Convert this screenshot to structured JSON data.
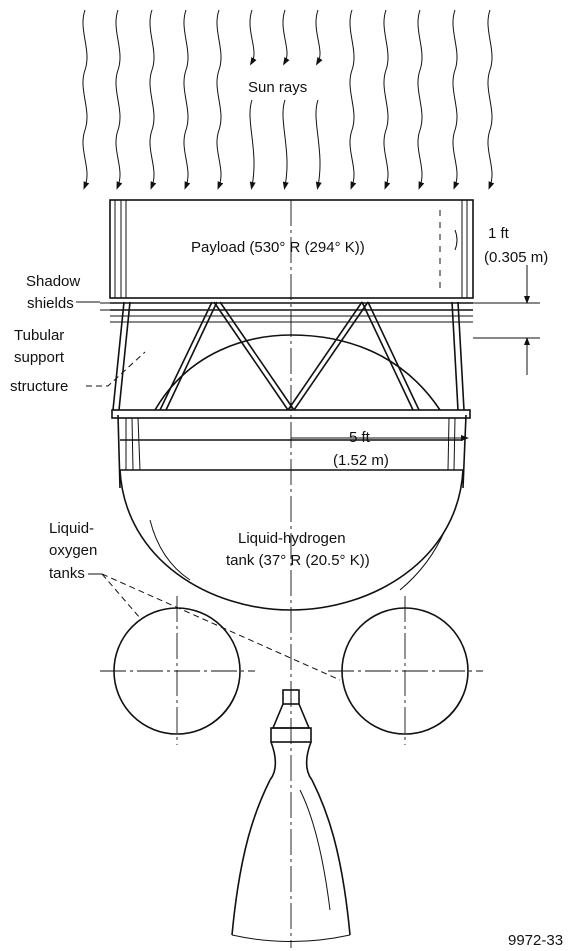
{
  "labels": {
    "sun_rays": "Sun rays",
    "payload": "Payload (530° R (294° K))",
    "dim_1ft": "1 ft",
    "dim_1ft_metric": "(0.305 m)",
    "shadow_1": "Shadow",
    "shadow_2": "shields",
    "tubular_1": "Tubular",
    "tubular_2": "support",
    "tubular_3": "structure",
    "dim_5ft": "5 ft",
    "dim_5ft_metric": "(1.52 m)",
    "lox_1": "Liquid-",
    "lox_2": "oxygen",
    "lox_3": "tanks",
    "lh2_1": "Liquid-hydrogen",
    "lh2_2": "tank (37° R (20.5° K))",
    "figure_id": "9972-33"
  },
  "colors": {
    "ink": "#111111",
    "background": "#ffffff"
  }
}
